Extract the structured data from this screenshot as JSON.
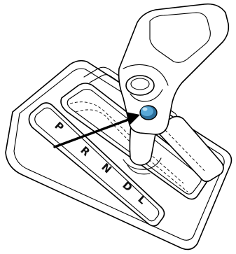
{
  "gate_positions": [
    {
      "id": "park",
      "label": "P"
    },
    {
      "id": "reverse",
      "label": "R"
    },
    {
      "id": "neutral",
      "label": "N"
    },
    {
      "id": "drive",
      "label": "D"
    },
    {
      "id": "low",
      "label": "L"
    }
  ],
  "colors": {
    "button": "#5aa9d8",
    "button_dark": "#2d6f9b",
    "outline": "#000000",
    "background": "#ffffff"
  },
  "icons": {
    "pointer": "arrow-icon",
    "release_button": "shift-lock-release-button"
  }
}
